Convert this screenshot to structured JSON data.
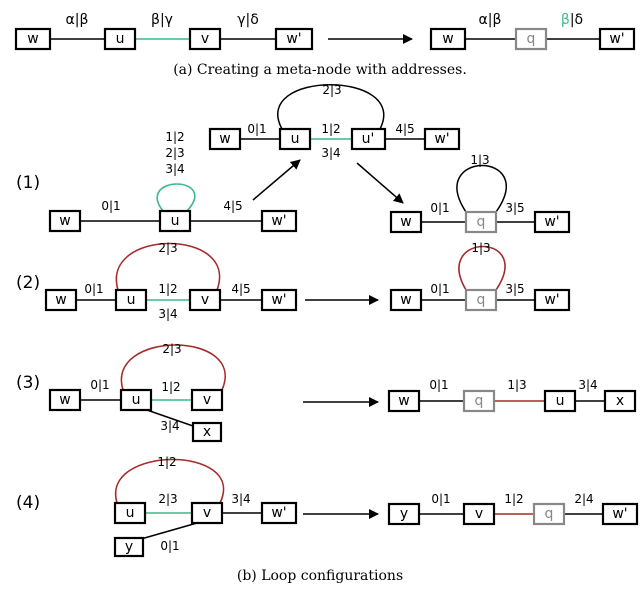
{
  "colors": {
    "green": "#3cb98a",
    "red": "#a52a2a",
    "meta": "#888888"
  },
  "captions": {
    "a": "(a) Creating a meta-node with addresses.",
    "b": "(b) Loop configurations"
  },
  "row_labels": [
    "(1)",
    "(2)",
    "(3)",
    "(4)"
  ],
  "part_a": {
    "left": {
      "nodes": [
        "w",
        "u",
        "v",
        "w'"
      ],
      "edges": [
        "α|β",
        "β|γ",
        "γ|δ"
      ]
    },
    "right": {
      "nodes": [
        "w",
        "q",
        "w'"
      ],
      "edge1": "α|β",
      "edge2_green": "β",
      "edge2_rest": "|δ"
    }
  },
  "row1": {
    "left": {
      "nodes": [
        "w",
        "u",
        "w'"
      ],
      "edges": [
        "0|1",
        "4|5"
      ],
      "loop_labels": [
        "1|2",
        "2|3",
        "3|4"
      ]
    },
    "mid": {
      "nodes": [
        "w",
        "u",
        "u'",
        "w'"
      ],
      "edges": [
        "0|1",
        "1|2",
        "4|5"
      ],
      "arc": "2|3",
      "below": "3|4"
    },
    "right": {
      "nodes": [
        "w",
        "q",
        "w'"
      ],
      "edges": [
        "0|1",
        "3|5"
      ],
      "loop": "1|3"
    }
  },
  "row2": {
    "left": {
      "nodes": [
        "w",
        "u",
        "v",
        "w'"
      ],
      "edges": [
        "0|1",
        "1|2",
        "4|5"
      ],
      "arc": "2|3",
      "below": "3|4"
    },
    "right": {
      "nodes": [
        "w",
        "q",
        "w'"
      ],
      "edges": [
        "0|1",
        "3|5"
      ],
      "loop": "1|3"
    }
  },
  "row3": {
    "left": {
      "nodes": [
        "w",
        "u",
        "v",
        "x"
      ],
      "edges": [
        "0|1",
        "1|2",
        "3|4"
      ],
      "arc": "2|3"
    },
    "right": {
      "nodes": [
        "w",
        "q",
        "u",
        "x"
      ],
      "edges": [
        "0|1",
        "1|3",
        "3|4"
      ]
    }
  },
  "row4": {
    "left": {
      "nodes": [
        "u",
        "v",
        "w'",
        "y"
      ],
      "edges": [
        "2|3",
        "3|4",
        "0|1"
      ],
      "arc": "1|2"
    },
    "right": {
      "nodes": [
        "y",
        "v",
        "q",
        "w'"
      ],
      "edges": [
        "0|1",
        "1|2",
        "2|4"
      ]
    }
  }
}
